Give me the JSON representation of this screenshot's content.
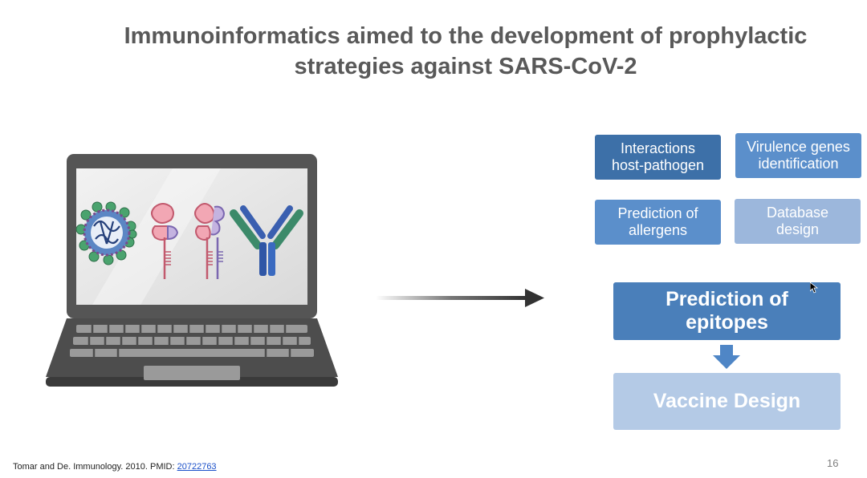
{
  "slide": {
    "title_line1": "Immunoinformatics aimed to the development of prophylactic",
    "title_line2": "strategies against SARS-CoV-2",
    "page_number": "16"
  },
  "boxes": {
    "interactions": {
      "line1": "Interactions",
      "line2": "host-pathogen"
    },
    "virulence": {
      "line1": "Virulence genes",
      "line2": "identification"
    },
    "allergens": {
      "line1": "Prediction of",
      "line2": "allergens"
    },
    "database": {
      "line1": "Database",
      "line2": "design"
    },
    "epitopes": {
      "line1": "Prediction of",
      "line2": "epitopes"
    },
    "vaccine": "Vaccine Design"
  },
  "citation": {
    "text": "Tomar and De. Immunology. 2010. PMID: ",
    "pmid": "20722763"
  },
  "colors": {
    "title": "#595959",
    "box_dark": "#3d70a8",
    "box_mid": "#5b8fcb",
    "box_light": "#9cb7dc",
    "box_vaccine": "#b4cae6",
    "link": "#1a4fc9"
  }
}
